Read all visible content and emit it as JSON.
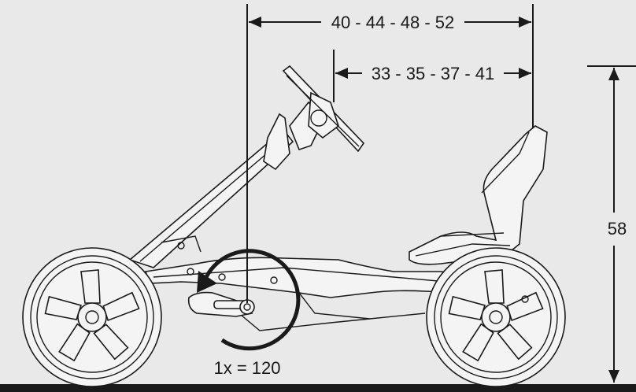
{
  "dimensions": {
    "overall_length": "40 - 44 - 48 - 52",
    "seat_to_steering": "33 - 35 - 37 - 41",
    "height": "58",
    "crank_rotation": "1x = 120"
  },
  "colors": {
    "background": "#e9e9e9",
    "line": "#1a1a1a",
    "fill": "#f4f4f4"
  },
  "icons": [
    "arrow-head-icon",
    "rotation-arrow-icon"
  ]
}
